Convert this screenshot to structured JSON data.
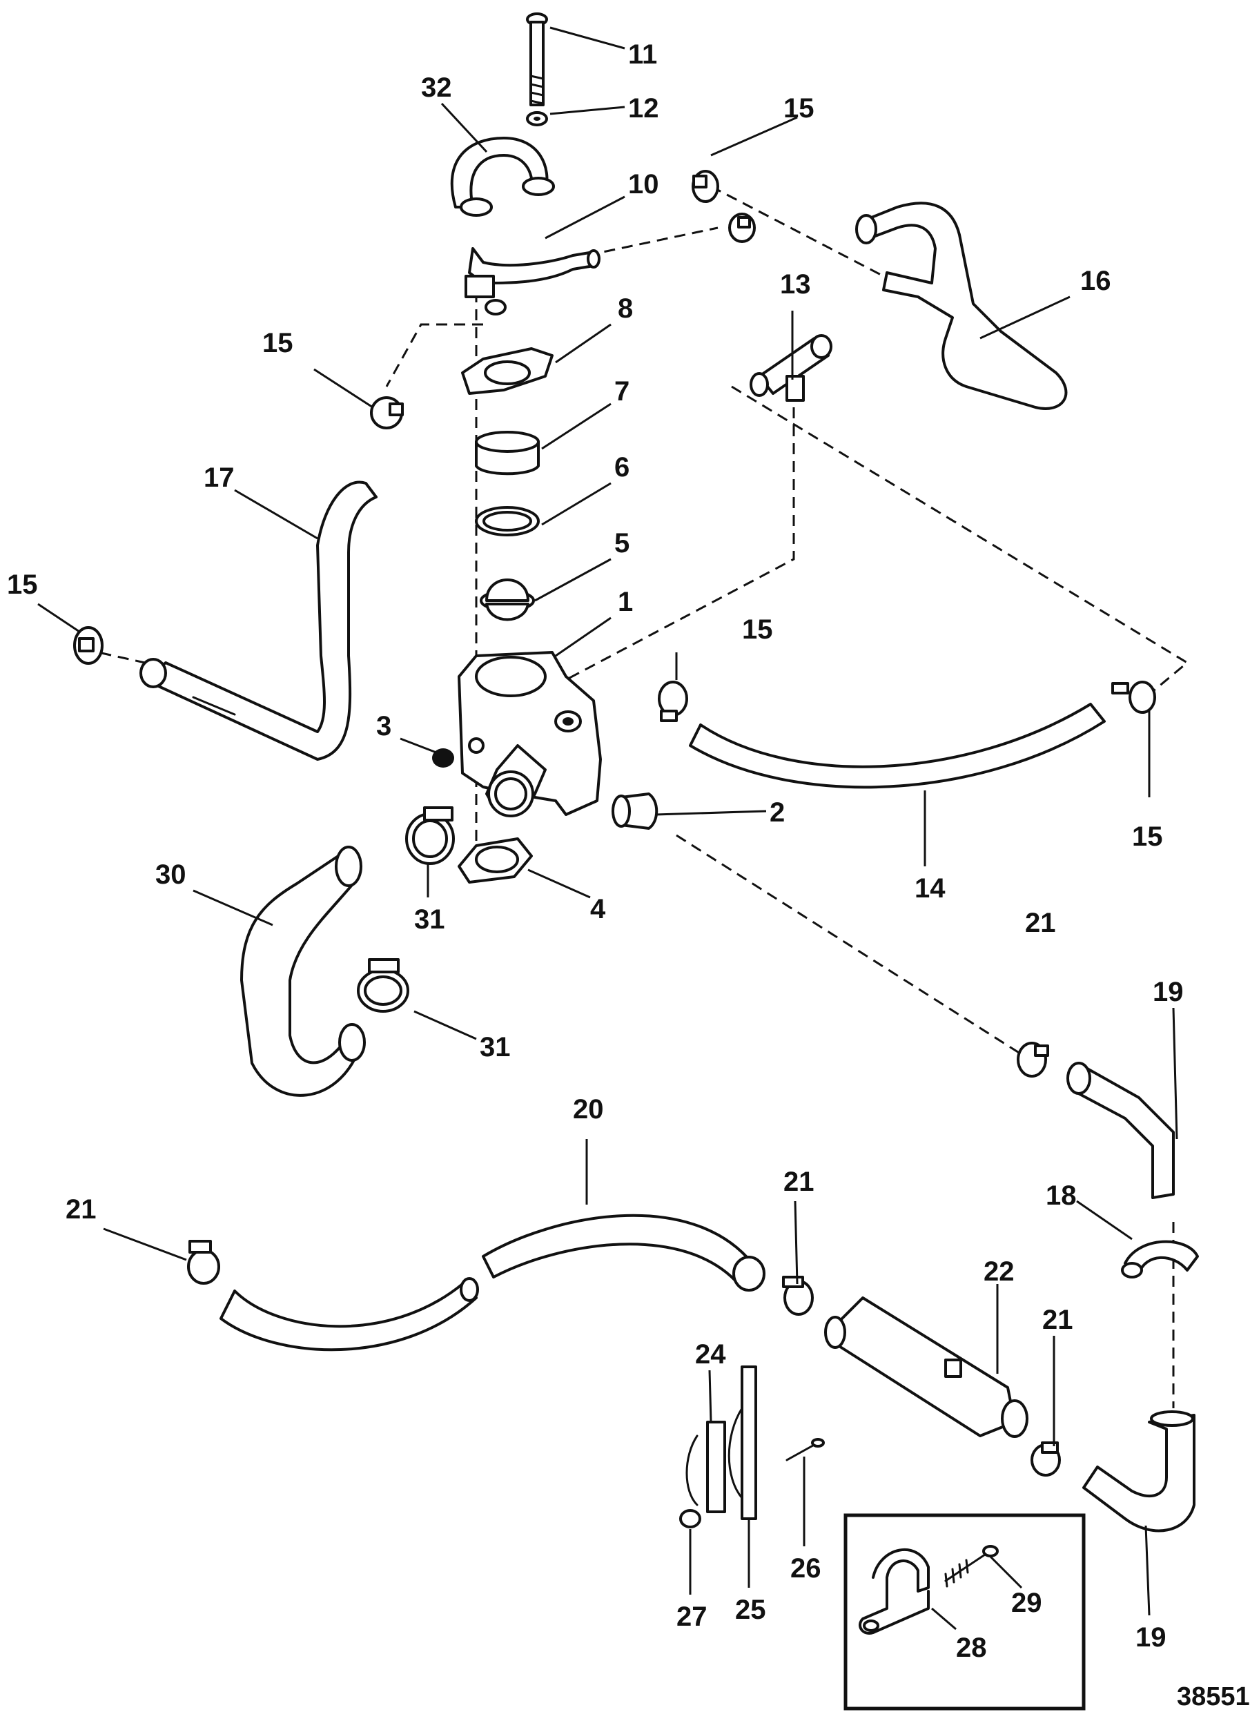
{
  "figure_number": "38551",
  "callouts": {
    "c1": "1",
    "c2": "2",
    "c3": "3",
    "c4": "4",
    "c5": "5",
    "c6": "6",
    "c7": "7",
    "c8": "8",
    "c10": "10",
    "c11": "11",
    "c12": "12",
    "c13": "13",
    "c14": "14",
    "c15a": "15",
    "c15b": "15",
    "c15c": "15",
    "c15d": "15",
    "c15e": "15",
    "c16": "16",
    "c17": "17",
    "c18": "18",
    "c19a": "19",
    "c19b": "19",
    "c20": "20",
    "c21a": "21",
    "c21b": "21",
    "c21c": "21",
    "c21d": "21",
    "c22": "22",
    "c24": "24",
    "c25": "25",
    "c26": "26",
    "c27": "27",
    "c28": "28",
    "c29": "29",
    "c30": "30",
    "c31a": "31",
    "c31b": "31",
    "c32": "32"
  }
}
